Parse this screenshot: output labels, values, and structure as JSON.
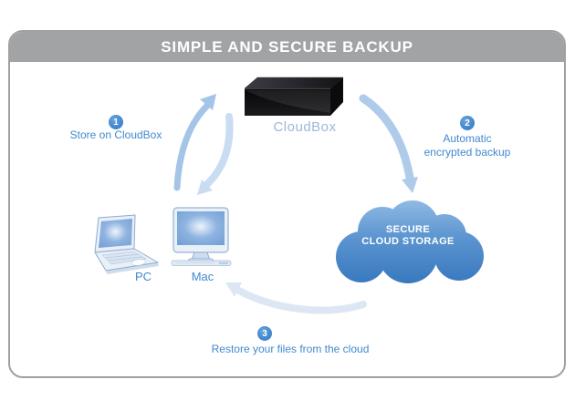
{
  "header": {
    "title": "SIMPLE AND SECURE BACKUP"
  },
  "device": {
    "label": "CloudBox"
  },
  "steps": [
    {
      "number": "1",
      "label": "Store on CloudBox"
    },
    {
      "number": "2",
      "label": "Automatic encrypted backup"
    },
    {
      "number": "3",
      "label": "Restore your files from the cloud"
    }
  ],
  "computers": {
    "pc_label": "PC",
    "mac_label": "Mac"
  },
  "cloud": {
    "label_line1": "SECURE",
    "label_line2": "CLOUD STORAGE"
  },
  "icons": [
    "cloudbox-device-icon",
    "pc-laptop-icon",
    "mac-desktop-icon",
    "cloud-storage-icon",
    "arrow-store-icon",
    "arrow-return-icon",
    "arrow-backup-icon",
    "arrow-restore-icon"
  ],
  "colors": {
    "header_bg": "#a2a3a5",
    "card_border": "#9fa0a2",
    "accent_blue": "#4289ce",
    "step_circle_blue": "#4489cf",
    "device_label_blue": "#9cb8da",
    "cloud_top": "#8fbae4",
    "cloud_mid": "#5b94d0",
    "cloud_bottom": "#3878be",
    "arrow_store": "#a4c4e8",
    "arrow_return": "#c9dcf1",
    "arrow_backup": "#aecbea",
    "arrow_restore": "#dde7f4"
  }
}
